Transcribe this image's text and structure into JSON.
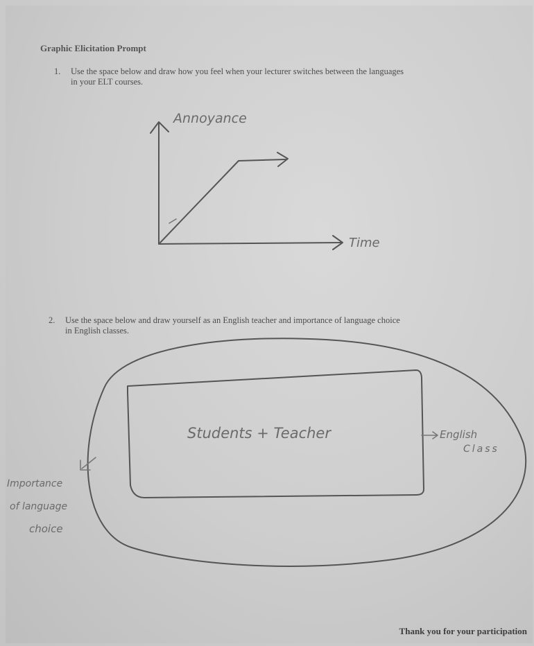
{
  "heading": "Graphic Elicitation Prompt",
  "question1": {
    "number": "1.",
    "line1": "Use the space below and draw how you feel when your lecturer switches between the languages",
    "line2": "in your ELT courses."
  },
  "drawing1": {
    "y_axis_label": "Annoyance",
    "x_axis_label": "Time"
  },
  "question2": {
    "number": "2.",
    "line1": "Use the space below and draw yourself as an English teacher and importance of language choice",
    "line2": "in English classes."
  },
  "drawing2": {
    "inner_box_label": "Students + Teacher",
    "class_label_line1": "English",
    "class_label_line2": "Class",
    "outer_label_line1": "Importance",
    "outer_label_line2": "of language",
    "outer_label_line3": "choice"
  },
  "footer": "Thank you for your participation"
}
